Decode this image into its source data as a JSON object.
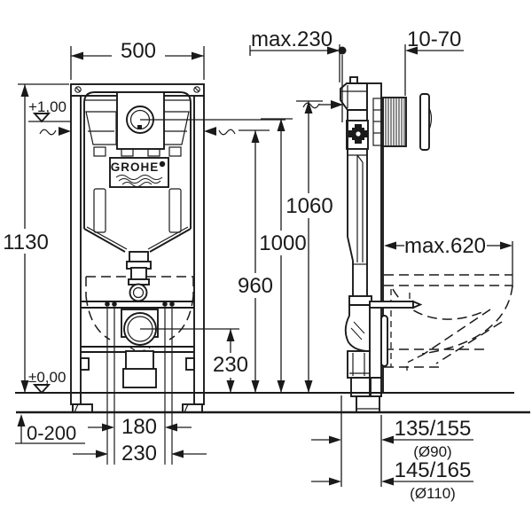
{
  "drawing": {
    "brand": "GROHE",
    "front_view": {
      "width": "500",
      "height": "1130",
      "upper_level": "+1,00",
      "floor_level": "±0,00",
      "outlet_center_height": "230",
      "floor_buildup_range": "0-200",
      "stud_spacing_inner": "180",
      "stud_spacing_outer": "230"
    },
    "side_view": {
      "frame_depth_max": "max.230",
      "actuator_depth_range": "10-70",
      "height_to_frame_top": "1060",
      "height_to_supply": "1000",
      "height_to_waterline": "960",
      "bowl_projection_max": "max.620",
      "outlet_90_offset": "135/155",
      "outlet_90_diameter": "(Ø90)",
      "outlet_110_offset": "145/165",
      "outlet_110_diameter": "(Ø110)"
    },
    "colors": {
      "line": "#1a1a1a",
      "background": "#ffffff"
    }
  }
}
